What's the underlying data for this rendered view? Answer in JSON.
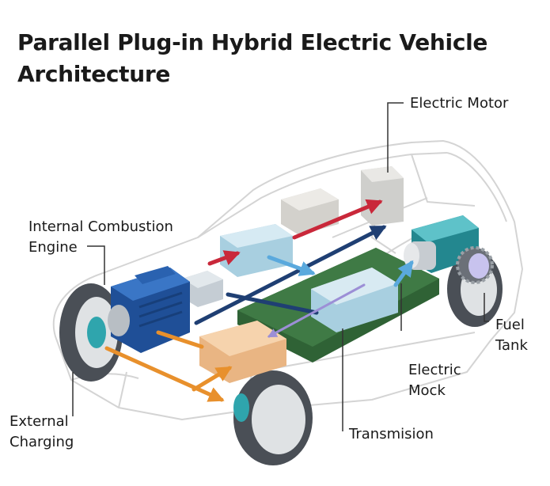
{
  "title": "Parallel Plug-in Hybrid Electric Vehicle Architecture",
  "labels": {
    "electric_motor": "Electric Motor",
    "internal_combustion_engine": [
      "Internal Combustion",
      "Engine"
    ],
    "fuel_tank": [
      "Fuel",
      "Tank"
    ],
    "electric_mock": [
      "Electric",
      "Mock"
    ],
    "transmission": "Transmision",
    "external_charging": [
      "External",
      "Charging"
    ]
  },
  "colors": {
    "engine_blue": "#2a62b0",
    "motor_teal": "#2fa5ad",
    "battery_green": "#3f7a45",
    "transmission_peach": "#f4c79a",
    "arrow_orange": "#e8902c",
    "arrow_red": "#c9283a",
    "arrow_navy": "#1f3f73",
    "arrow_lightblue": "#5aa9dd",
    "fuel_purple": "#c8c3ee"
  }
}
